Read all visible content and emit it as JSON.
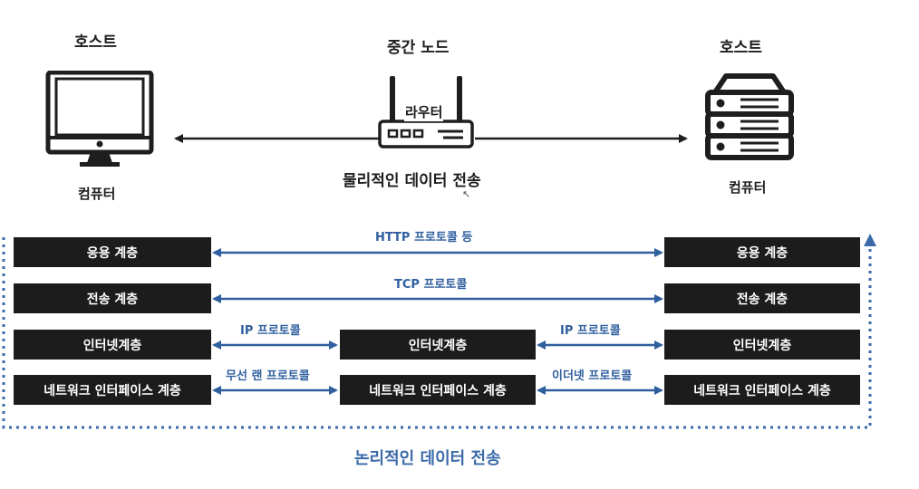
{
  "top": {
    "left_host": "호스트",
    "left_device": "컴퓨터",
    "middle_title": "중간 노드",
    "router_label": "라우터",
    "right_host": "호스트",
    "right_device": "컴퓨터",
    "physical_transfer": "물리적인 데이터 전송"
  },
  "layers": {
    "app": "응용 계층",
    "transport": "전송 계층",
    "internet": "인터넷계층",
    "netif": "네트워크 인터페이스 계층"
  },
  "protocols": {
    "http": "HTTP 프로토콜 등",
    "tcp": "TCP 프로토콜",
    "ip_left": "IP 프로토콜",
    "ip_right": "IP 프로토콜",
    "wlan": "무선 랜 프로토콜",
    "ethernet": "이더넷 프로토콜"
  },
  "bottom_label": "논리적인 데이터 전송",
  "colors": {
    "box_bg": "#1c1c1c",
    "arrow_blue": "#2f5f9e",
    "dotted_blue": "#3a6aa8"
  }
}
